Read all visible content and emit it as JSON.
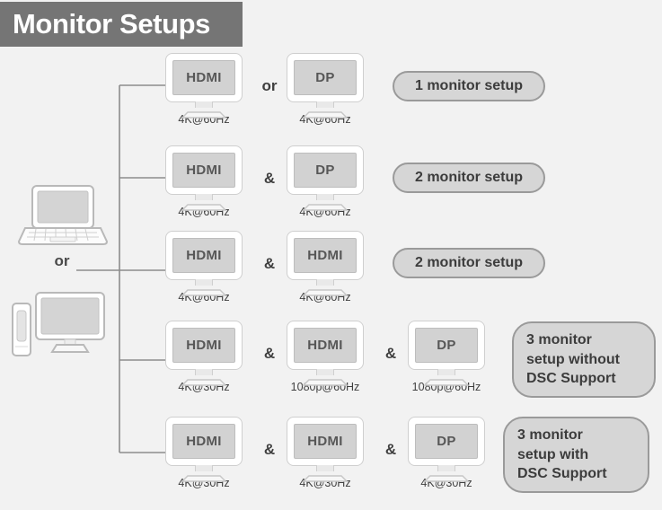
{
  "title": "Monitor Setups",
  "colors": {
    "background": "#f2f2f2",
    "title_bar": "#757575",
    "title_text": "#ffffff",
    "monitor_screen": "#d2d2d2",
    "badge_fill": "#d6d6d6",
    "badge_border": "#9a9a9a",
    "line": "#8c8c8c"
  },
  "source": {
    "laptop_icon": "laptop-icon",
    "or_label": "or",
    "desktop_icon": "desktop-computer-icon",
    "tower_icon": "pc-tower-icon"
  },
  "rows": [
    {
      "id": "row-1",
      "monitors": [
        {
          "port": "HDMI",
          "resolution": "4K@60Hz"
        },
        {
          "port": "DP",
          "resolution": "4K@60Hz"
        }
      ],
      "operators": [
        "or"
      ],
      "badge": {
        "style": "pill",
        "lines": [
          "1 monitor setup"
        ]
      }
    },
    {
      "id": "row-2",
      "monitors": [
        {
          "port": "HDMI",
          "resolution": "4K@60Hz"
        },
        {
          "port": "DP",
          "resolution": "4K@60Hz"
        }
      ],
      "operators": [
        "&"
      ],
      "badge": {
        "style": "pill",
        "lines": [
          "2 monitor setup"
        ]
      }
    },
    {
      "id": "row-3",
      "monitors": [
        {
          "port": "HDMI",
          "resolution": "4K@60Hz"
        },
        {
          "port": "HDMI",
          "resolution": "4K@60Hz"
        }
      ],
      "operators": [
        "&"
      ],
      "badge": {
        "style": "pill",
        "lines": [
          "2 monitor setup"
        ]
      }
    },
    {
      "id": "row-4",
      "monitors": [
        {
          "port": "HDMI",
          "resolution": "4K@30Hz"
        },
        {
          "port": "HDMI",
          "resolution": "1080p@60Hz"
        },
        {
          "port": "DP",
          "resolution": "1080p@60Hz"
        }
      ],
      "operators": [
        "&",
        "&"
      ],
      "badge": {
        "style": "block",
        "lines": [
          "3 monitor",
          "setup without",
          "DSC Support"
        ]
      }
    },
    {
      "id": "row-5",
      "monitors": [
        {
          "port": "HDMI",
          "resolution": "4K@30Hz"
        },
        {
          "port": "HDMI",
          "resolution": "4K@30Hz"
        },
        {
          "port": "DP",
          "resolution": "4K@30Hz"
        }
      ],
      "operators": [
        "&",
        "&"
      ],
      "badge": {
        "style": "block",
        "lines": [
          "3 monitor",
          "setup with",
          "DSC Support"
        ]
      }
    }
  ]
}
